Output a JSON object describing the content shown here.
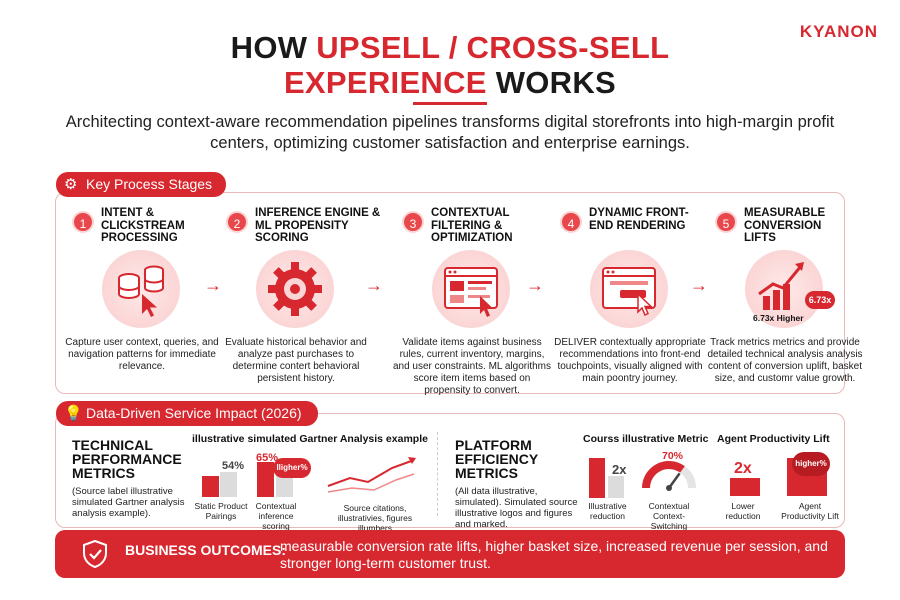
{
  "brand": "KYANON",
  "title": {
    "line1_black": "HOW ",
    "line1_red": "UPSELL / CROSS-SELL",
    "line2_red": "EXPERIENCE",
    "line2_black": " WORKS"
  },
  "subtitle": "Architecting context-aware recommendation pipelines transforms digital storefronts into high-margin profit centers, optimizing customer satisfaction and enterprise earnings.",
  "stages_section": {
    "label": "Key Process Stages",
    "icon": "gear-icon"
  },
  "stages": [
    {
      "num": "1",
      "title": "INTENT & CLICKSTREAM PROCESSING",
      "icon": "database-cursor-icon",
      "desc": "Capture user context, queries, and navigation patterns for immediate relevance."
    },
    {
      "num": "2",
      "title": "INFERENCE ENGINE & ML PROPENSITY SCORING",
      "icon": "gear-icon",
      "desc": "Evaluate historical behavior and analyze past purchases to determine contert behavioral persistent history."
    },
    {
      "num": "3",
      "title": "CONTEXTUAL FILTERING & OPTIMIZATION",
      "icon": "browser-filter-icon",
      "desc": "Validate items against business rules, current inventory, margins, and user constraints. ML algorithms score item items based on propensity to convert."
    },
    {
      "num": "4",
      "title": "DYNAMIC FRONT-END RENDERING",
      "icon": "browser-click-icon",
      "desc": "DELIVER contextually appropriate recommendations into front-end touchpoints, visually aligned with main poontry journey."
    },
    {
      "num": "5",
      "title": "MEASURABLE CONVERSION LIFTS",
      "icon": "growth-chart-icon",
      "badge": "6.73x",
      "badge_caption": "6.73x Higher",
      "desc": "Track metrics metrics and provide detailed technical analysis analysis content of conversion uplift, basket size, and customr value growth."
    }
  ],
  "impact_section": {
    "label": "Data-Driven Service Impact (2026)",
    "icon": "lightbulb-icon"
  },
  "technical": {
    "heading": "TECHNICAL PERFORMANCE METRICS",
    "note": "(Source label illustrative simulated Gartner analysis analysis example).",
    "chart_title": "illustrative simulated Gartner Analysis example",
    "bar1_value": "54%",
    "bar1_label": "Static Product Pairings",
    "bar2_value": "65%",
    "bar2_badge": "lligher%",
    "bar2_label": "Contextual inference scoring",
    "line_chart_caption": "Source citations, illustrativies, figures illumbers"
  },
  "platform": {
    "heading": "PLATFORM EFFICIENCY METRICS",
    "note": "(All data illustrative, simulated). Simulated source illustrative logos and figures and marked.",
    "chart1_title": "Courss illustrative Metric",
    "chart1_value": "2x",
    "chart1_label": "Illustrative reduction",
    "gauge_value": "70%",
    "gauge_fraction": 0.7,
    "gauge_label": "Contextual Context-Switching",
    "chart2_title": "Agent Productivity Lift",
    "chart2_value": "2x",
    "chart2_label1": "Lower reduction",
    "chart2_badge": "higher%",
    "chart2_label2": "Agent Productivity Lift"
  },
  "outcomes": {
    "label": "BUSINESS OUTCOMES:",
    "text": "measurable conversion rate lifts, higher basket size, increased revenue per session, and stronger long-term customer trust.",
    "icon": "shield-check-icon"
  },
  "colors": {
    "accent": "#d7282f",
    "panel_border": "#e9b9b9",
    "soft_red": "#fbd5d5",
    "gray_bar": "#dcdcdc"
  }
}
